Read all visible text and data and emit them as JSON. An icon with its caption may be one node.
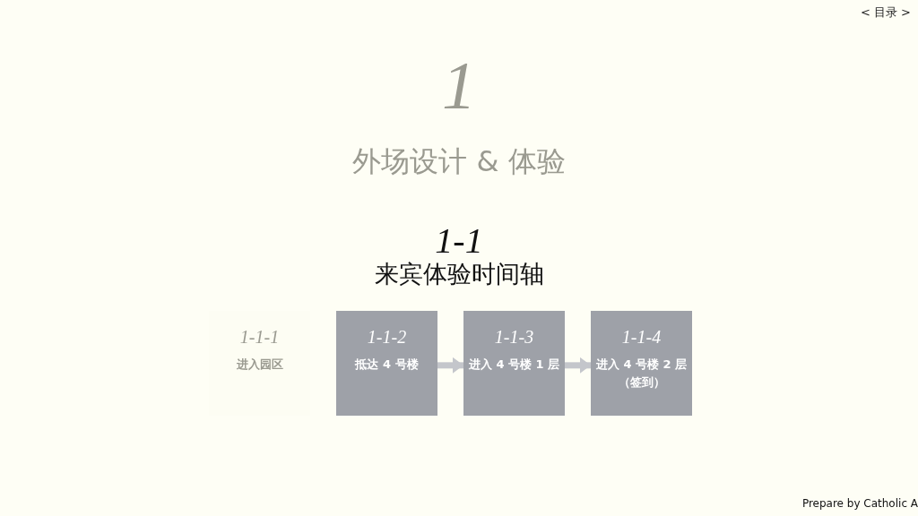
{
  "diagram": {
    "nodes": [
      {
        "text": [
          "1-1-1",
          "进入园区"
        ]
      },
      {
        "text": [
          "1-1-2",
          "抵达 4 号楼"
        ]
      },
      {
        "text": [
          "1-1-3",
          "进入 4 号楼 1 层"
        ]
      },
      {
        "text": [
          "1-1-4",
          "进入 4 号楼 2 层（签到）"
        ]
      }
    ],
    "edges": [
      {
        "from": 1,
        "to": 2,
        "arrow": "to"
      },
      {
        "from": 2,
        "to": 3,
        "arrow": "to"
      }
    ],
    "labels": [
      "< 目录 >",
      "1",
      "外场设计 & 体验",
      "1-1",
      "来宾体验时间轴",
      "Prepare by Catholic A"
    ]
  }
}
